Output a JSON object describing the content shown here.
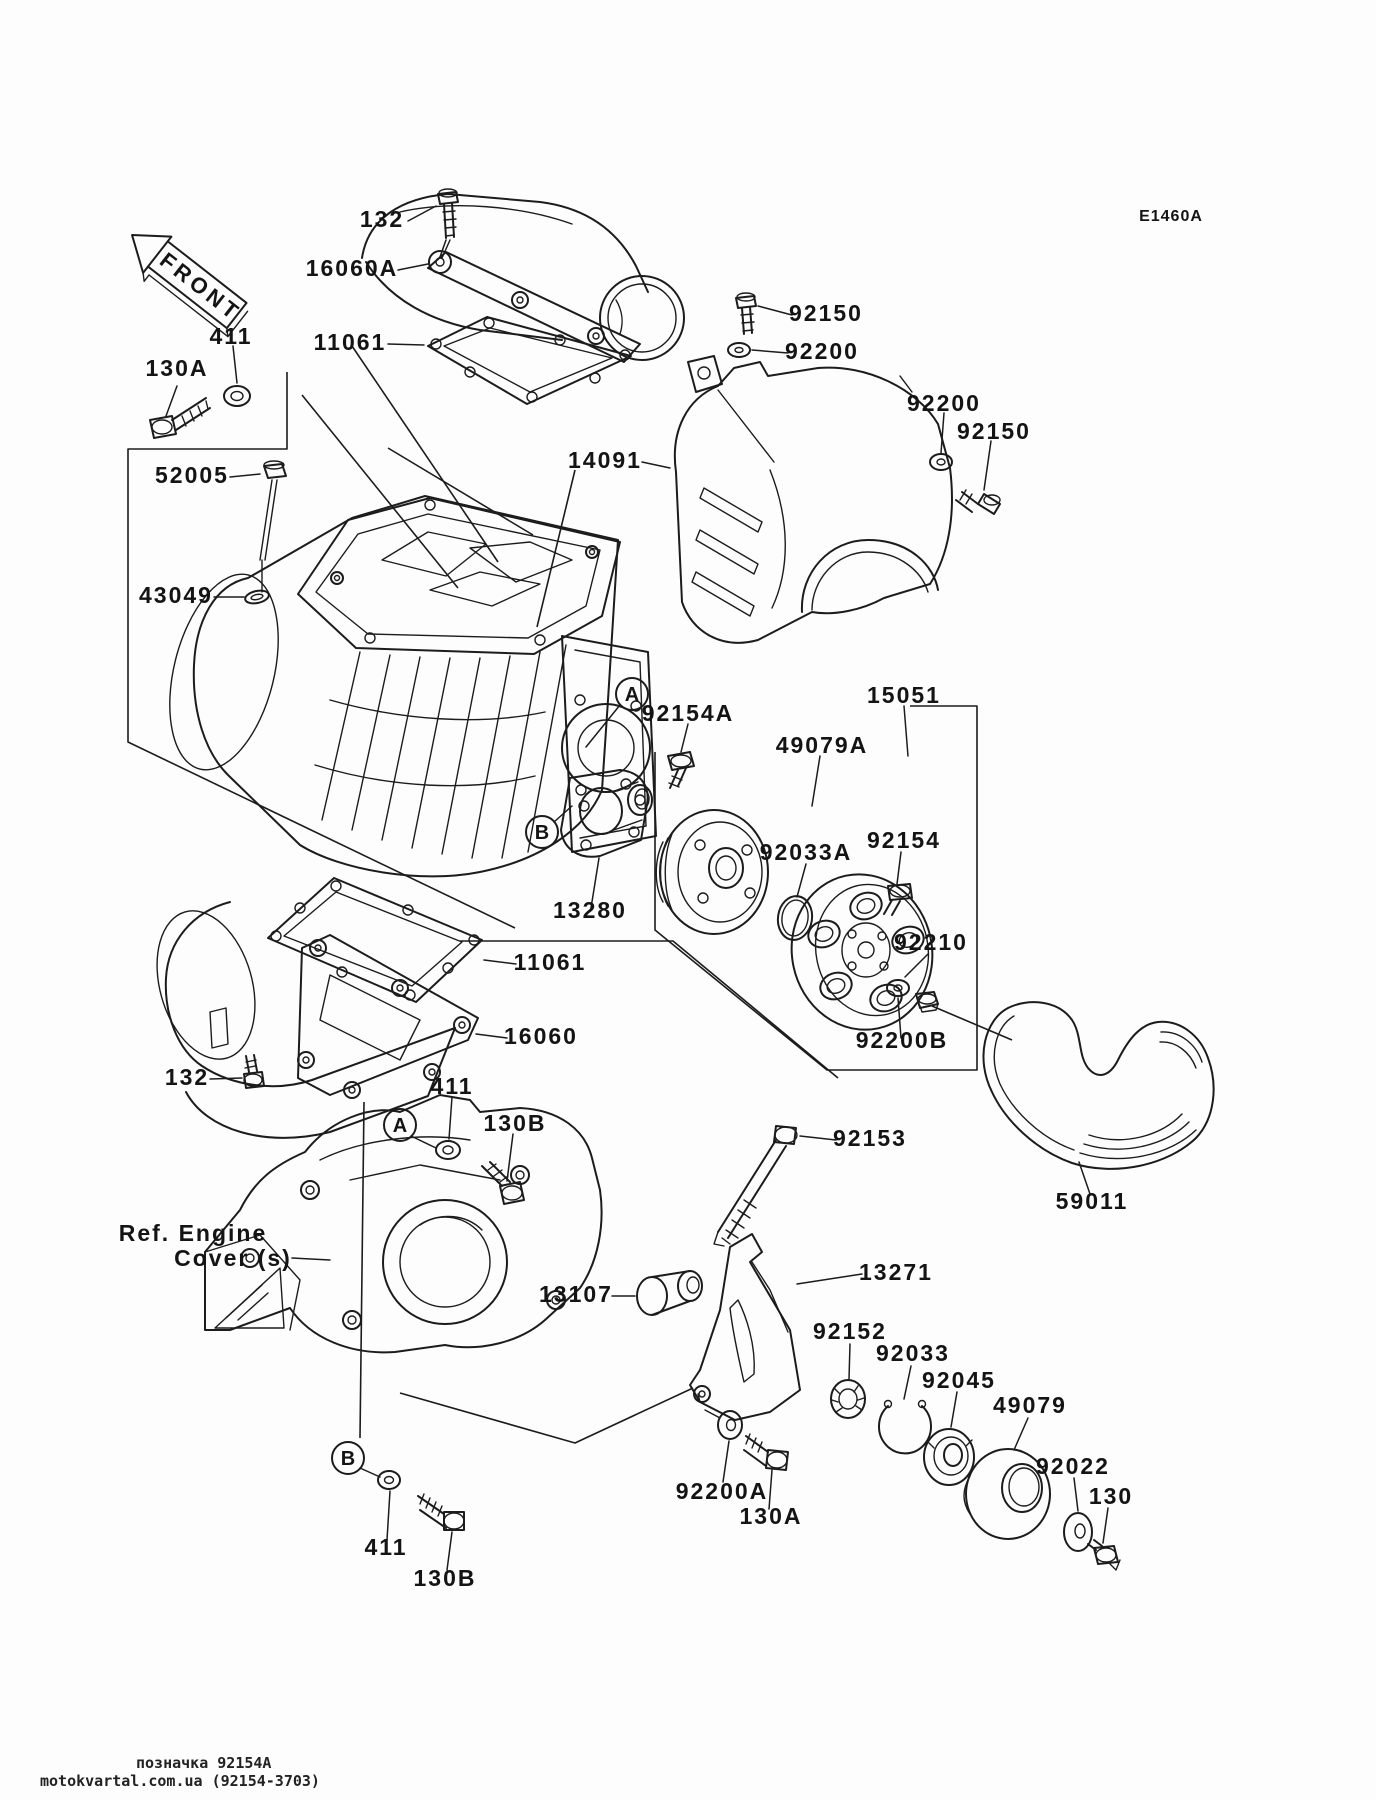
{
  "meta": {
    "diagram_code": "E1460A",
    "front_label": "FRONT",
    "ref_note_line1": "Ref. Engine",
    "ref_note_line2": "Cover (s)",
    "watermark_line1": "позначка 92154A",
    "watermark_line2": "motokvartal.com.ua (92154-3703)"
  },
  "markers": {
    "a": "A",
    "b": "B"
  },
  "callouts": {
    "c132_top": "132",
    "c16060a": "16060A",
    "c11061_top": "11061",
    "c411_top": "411",
    "c130a_top": "130A",
    "c52005": "52005",
    "c43049": "43049",
    "c92150_a": "92150",
    "c92200_a": "92200",
    "c92200_b2": "92200",
    "c92150_b2": "92150",
    "c14091": "14091",
    "c92154a": "92154A",
    "c15051": "15051",
    "c49079a": "49079A",
    "c13280": "13280",
    "c92033a": "92033A",
    "c92154": "92154",
    "c92210": "92210",
    "c92200b": "92200B",
    "c11061_low": "11061",
    "c16060_low": "16060",
    "c132_low": "132",
    "c411_mid": "411",
    "c130b_mid": "130B",
    "c13107": "13107",
    "c92153": "92153",
    "c13271": "13271",
    "c92152": "92152",
    "c92033": "92033",
    "c92045": "92045",
    "c49079": "49079",
    "c92022": "92022",
    "c130_bot": "130",
    "c59011": "59011",
    "c411_bot": "411",
    "c130b_bot": "130B",
    "c92200a": "92200A",
    "c130a_bot": "130A"
  }
}
